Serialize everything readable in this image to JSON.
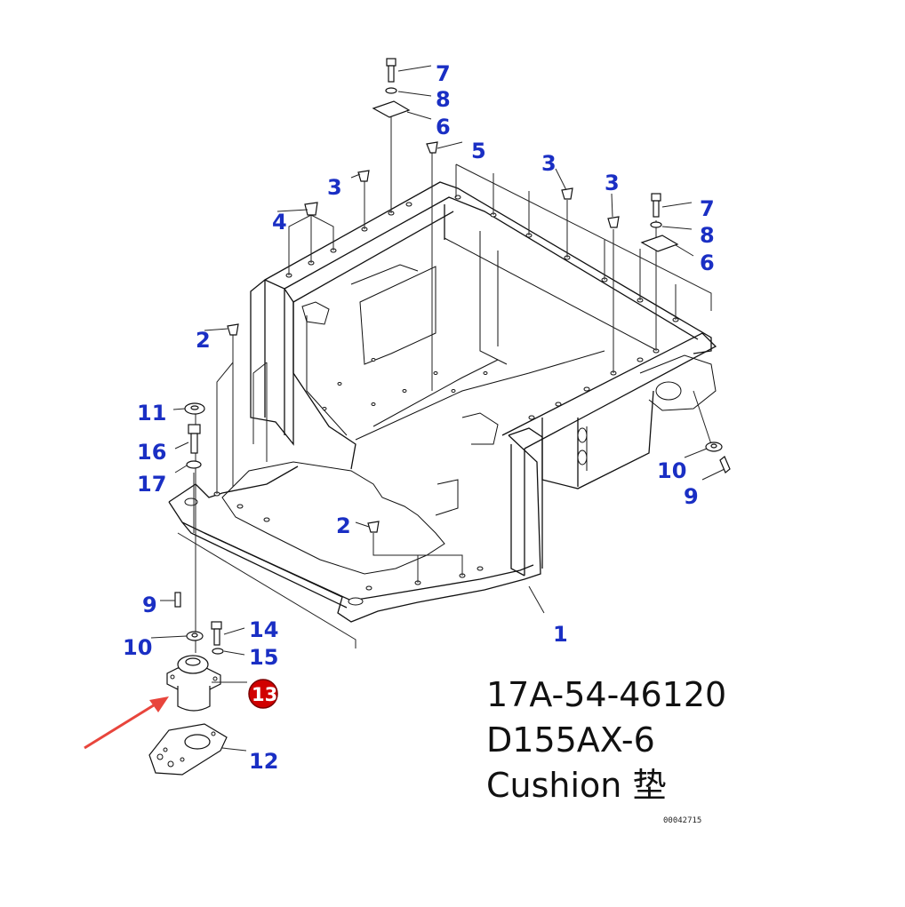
{
  "diagram": {
    "part_number": "17A-54-46120",
    "model": "D155AX-6",
    "part_name": "Cushion 垫",
    "drawing_code": "00042715",
    "highlighted_callout": "13",
    "colors": {
      "callout": "#1a2fc4",
      "highlight": "#d10000",
      "arrow": "#e8453c",
      "lines": "#111111"
    },
    "callouts": {
      "c1": "1",
      "c2a": "2",
      "c2b": "2",
      "c3a": "3",
      "c3b": "3",
      "c3c": "3",
      "c4": "4",
      "c5": "5",
      "c6a": "6",
      "c6b": "6",
      "c7a": "7",
      "c7b": "7",
      "c8a": "8",
      "c8b": "8",
      "c9a": "9",
      "c9b": "9",
      "c10a": "10",
      "c10b": "10",
      "c11": "11",
      "c12": "12",
      "c13": "13",
      "c14": "14",
      "c15": "15",
      "c16": "16",
      "c17": "17"
    }
  }
}
